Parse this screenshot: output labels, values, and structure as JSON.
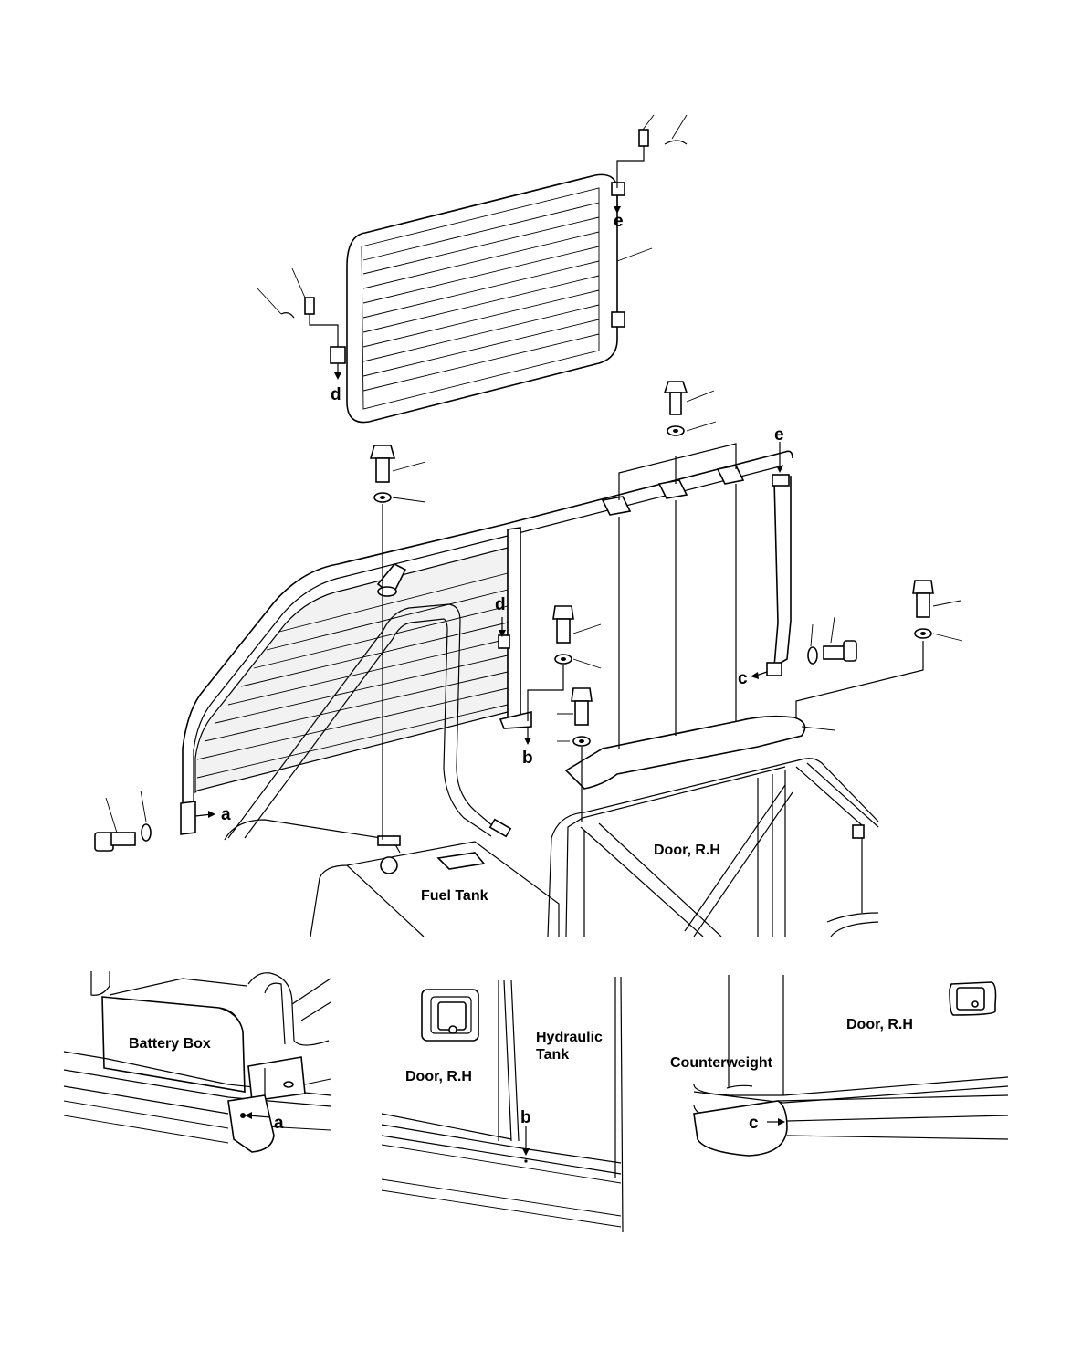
{
  "callouts": {
    "a": "a",
    "b": "b",
    "c": "c",
    "d": "d",
    "e": "e"
  },
  "labels": {
    "fuel_tank": "Fuel Tank",
    "door_rh": "Door, R.H",
    "battery_box": "Battery Box",
    "hydraulic_tank_line1": "Hydraulic",
    "hydraulic_tank_line2": "Tank",
    "counterweight": "Counterweight"
  },
  "colors": {
    "line": "#000000",
    "background": "#ffffff"
  }
}
